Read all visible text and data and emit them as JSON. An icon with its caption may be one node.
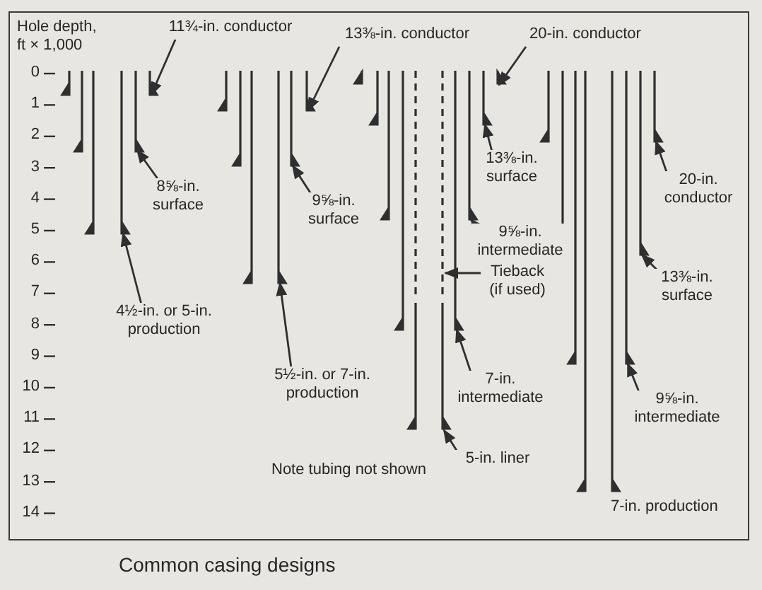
{
  "diagram": {
    "caption": "Common casing designs",
    "nodes": [
      {
        "text": [
          "11¾-in. conductor"
        ]
      },
      {
        "text": [
          "13⅜-in. conductor"
        ]
      },
      {
        "text": [
          "20-in. conductor"
        ]
      },
      {
        "text": [
          "8⅝-in. surface"
        ]
      },
      {
        "text": [
          "9⅝-in. surface"
        ]
      },
      {
        "text": [
          "13⅜-in. surface"
        ]
      },
      {
        "text": [
          "9⅝-in. intermediate"
        ]
      },
      {
        "text": [
          "4½-in. or 5-in. production"
        ]
      },
      {
        "text": [
          "5½-in. or 7-in. production"
        ]
      },
      {
        "text": [
          "Tieback (if used)"
        ]
      },
      {
        "text": [
          "7-in. intermediate"
        ]
      },
      {
        "text": [
          "5-in. liner"
        ]
      },
      {
        "text": [
          "20-in. conductor"
        ]
      },
      {
        "text": [
          "13⅜-in. surface"
        ]
      },
      {
        "text": [
          "9⅝-in. intermediate"
        ]
      },
      {
        "text": [],
        "shape": "bar"
      },
      {
        "text": [],
        "shape": "bar"
      },
      {
        "text": [],
        "shape": "bar"
      },
      {
        "text": [],
        "shape": "bar"
      },
      {
        "text": [],
        "shape": "bar"
      },
      {
        "text": [],
        "shape": "bar"
      },
      {
        "text": [],
        "shape": "bar"
      },
      {
        "text": [],
        "shape": "bar"
      },
      {
        "text": [],
        "shape": "bar"
      },
      {
        "text": [],
        "shape": "bar"
      },
      {
        "text": [],
        "shape": "bar"
      },
      {
        "text": [],
        "shape": "bar"
      },
      {
        "text": [],
        "shape": "bar"
      },
      {
        "text": [],
        "shape": "bar"
      },
      {
        "text": [],
        "shape": "bar"
      },
      {
        "text": [],
        "shape": "bar",
        "beside": [
          "7-in. production"
        ]
      }
    ],
    "edges": [
      {
        "from": 0,
        "to": 15,
        "arrow": "to"
      },
      {
        "from": 1,
        "to": 18,
        "arrow": "to"
      },
      {
        "from": 2,
        "to": 21,
        "arrow": "to"
      },
      {
        "from": 3,
        "to": 16,
        "arrow": "to"
      },
      {
        "from": 4,
        "to": 19,
        "arrow": "to"
      },
      {
        "from": 5,
        "to": 22,
        "arrow": "to"
      },
      {
        "from": 6,
        "to": 23,
        "arrow": "to"
      },
      {
        "from": 7,
        "to": 17,
        "arrow": "to"
      },
      {
        "from": 8,
        "to": 20,
        "arrow": "to"
      },
      {
        "from": 9,
        "to": 24,
        "arrow": "to"
      },
      {
        "from": 10,
        "to": 25,
        "arrow": "to"
      },
      {
        "from": 11,
        "to": 26,
        "arrow": "to"
      },
      {
        "from": 12,
        "to": 27,
        "arrow": "to"
      },
      {
        "from": 13,
        "to": 28,
        "arrow": "to"
      },
      {
        "from": 14,
        "to": 29,
        "arrow": "to"
      }
    ],
    "labels": [
      "Hole depth, ft × 1,000",
      "0",
      "1",
      "2",
      "3",
      "4",
      "5",
      "6",
      "7",
      "8",
      "9",
      "10",
      "11",
      "12",
      "13",
      "14",
      "Note tubing not shown"
    ]
  }
}
